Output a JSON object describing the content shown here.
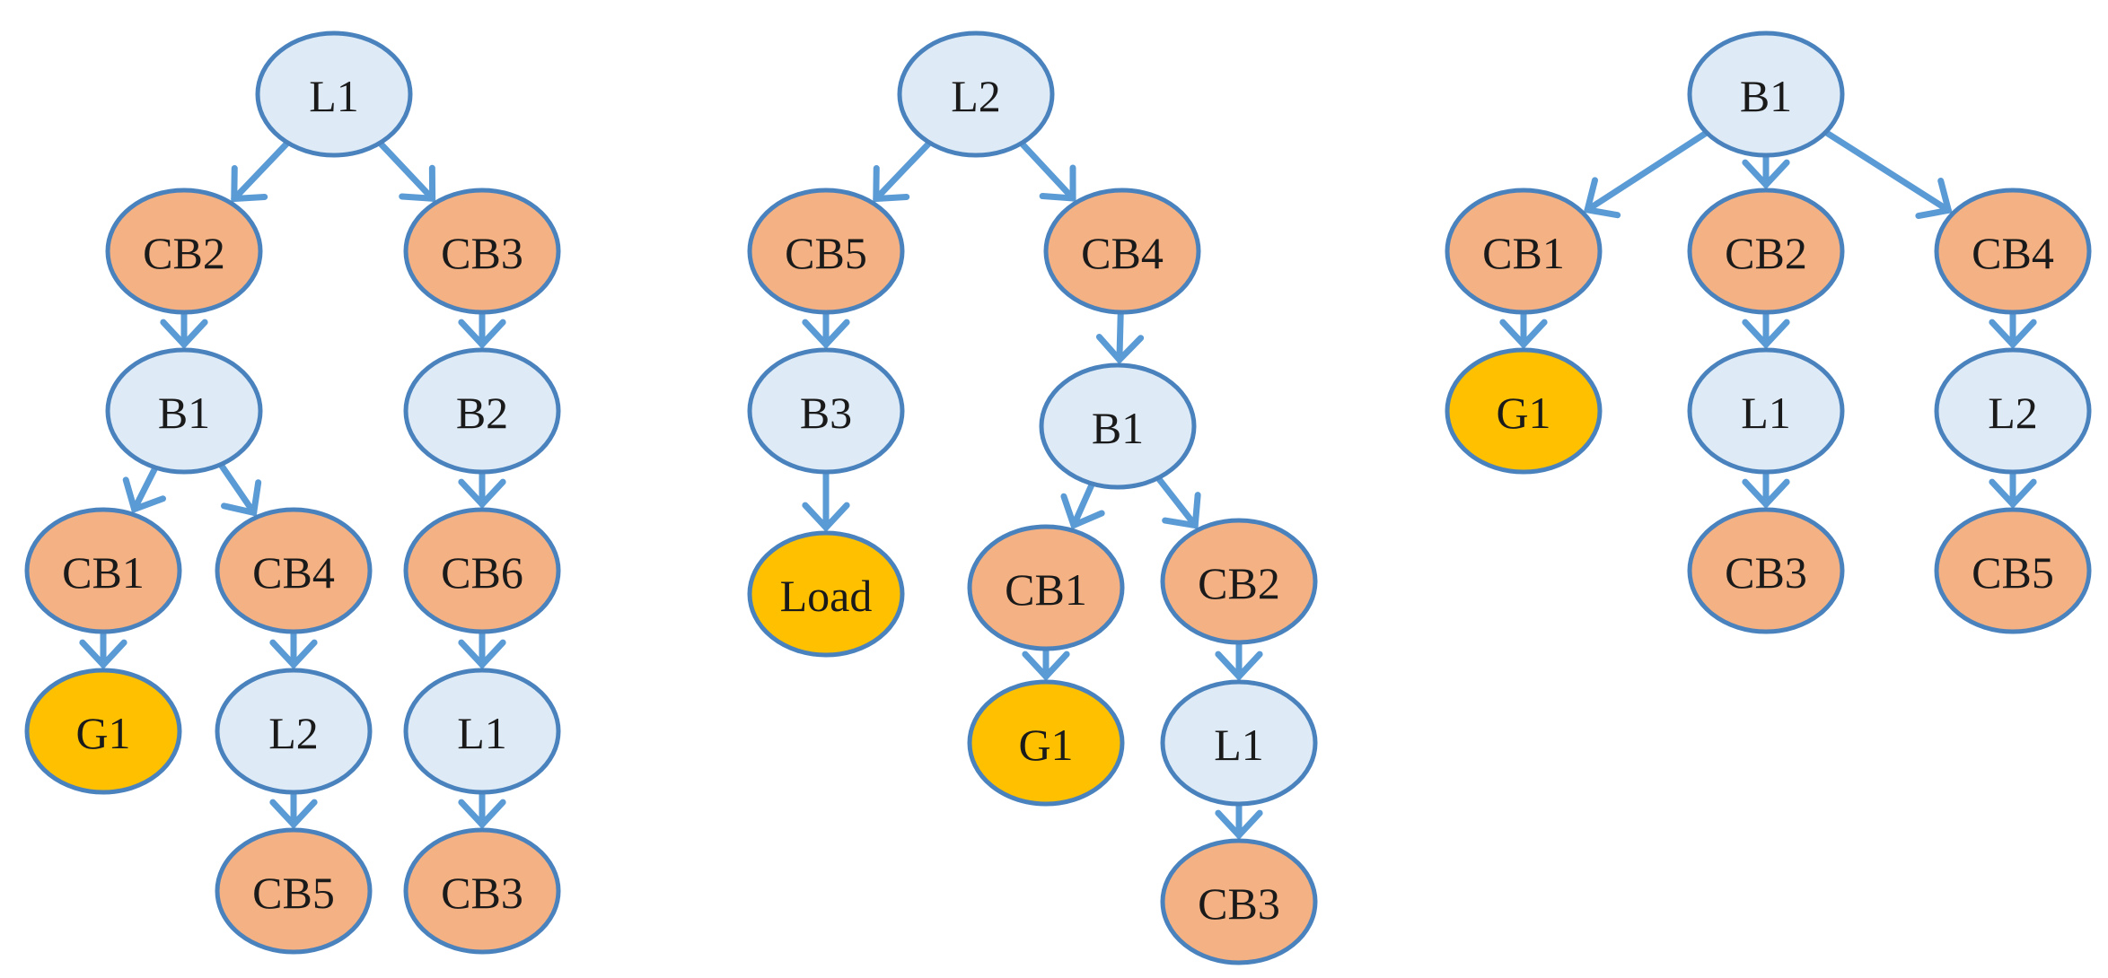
{
  "colors": {
    "line": "#5b9bd5",
    "outline": "#4a82bd",
    "line_node": "#deebf7",
    "breaker_node": "#f4b183",
    "source_node": "#ffc000"
  },
  "trees": [
    {
      "id": "tree-1",
      "nodes": [
        {
          "id": "t1-l1",
          "label": "L1",
          "kind": "line_node"
        },
        {
          "id": "t1-cb2",
          "label": "CB2",
          "kind": "breaker_node"
        },
        {
          "id": "t1-cb3",
          "label": "CB3",
          "kind": "breaker_node"
        },
        {
          "id": "t1-b1",
          "label": "B1",
          "kind": "line_node"
        },
        {
          "id": "t1-b2",
          "label": "B2",
          "kind": "line_node"
        },
        {
          "id": "t1-cb1",
          "label": "CB1",
          "kind": "breaker_node"
        },
        {
          "id": "t1-cb4",
          "label": "CB4",
          "kind": "breaker_node"
        },
        {
          "id": "t1-cb6",
          "label": "CB6",
          "kind": "breaker_node"
        },
        {
          "id": "t1-g1",
          "label": "G1",
          "kind": "source_node"
        },
        {
          "id": "t1-l2",
          "label": "L2",
          "kind": "line_node"
        },
        {
          "id": "t1-l1b",
          "label": "L1",
          "kind": "line_node"
        },
        {
          "id": "t1-cb5",
          "label": "CB5",
          "kind": "breaker_node"
        },
        {
          "id": "t1-cb3b",
          "label": "CB3",
          "kind": "breaker_node"
        }
      ],
      "edges": [
        [
          "t1-l1",
          "t1-cb2"
        ],
        [
          "t1-l1",
          "t1-cb3"
        ],
        [
          "t1-cb2",
          "t1-b1"
        ],
        [
          "t1-cb3",
          "t1-b2"
        ],
        [
          "t1-b1",
          "t1-cb1"
        ],
        [
          "t1-b1",
          "t1-cb4"
        ],
        [
          "t1-b2",
          "t1-cb6"
        ],
        [
          "t1-cb1",
          "t1-g1"
        ],
        [
          "t1-cb4",
          "t1-l2"
        ],
        [
          "t1-cb6",
          "t1-l1b"
        ],
        [
          "t1-l2",
          "t1-cb5"
        ],
        [
          "t1-l1b",
          "t1-cb3b"
        ]
      ]
    },
    {
      "id": "tree-2",
      "nodes": [
        {
          "id": "t2-l2",
          "label": "L2",
          "kind": "line_node"
        },
        {
          "id": "t2-cb5",
          "label": "CB5",
          "kind": "breaker_node"
        },
        {
          "id": "t2-cb4",
          "label": "CB4",
          "kind": "breaker_node"
        },
        {
          "id": "t2-b3",
          "label": "B3",
          "kind": "line_node"
        },
        {
          "id": "t2-b1",
          "label": "B1",
          "kind": "line_node"
        },
        {
          "id": "t2-load",
          "label": "Load",
          "kind": "source_node"
        },
        {
          "id": "t2-cb1",
          "label": "CB1",
          "kind": "breaker_node"
        },
        {
          "id": "t2-cb2",
          "label": "CB2",
          "kind": "breaker_node"
        },
        {
          "id": "t2-g1",
          "label": "G1",
          "kind": "source_node"
        },
        {
          "id": "t2-l1",
          "label": "L1",
          "kind": "line_node"
        },
        {
          "id": "t2-cb3",
          "label": "CB3",
          "kind": "breaker_node"
        }
      ],
      "edges": [
        [
          "t2-l2",
          "t2-cb5"
        ],
        [
          "t2-l2",
          "t2-cb4"
        ],
        [
          "t2-cb5",
          "t2-b3"
        ],
        [
          "t2-cb4",
          "t2-b1"
        ],
        [
          "t2-b3",
          "t2-load"
        ],
        [
          "t2-b1",
          "t2-cb1"
        ],
        [
          "t2-b1",
          "t2-cb2"
        ],
        [
          "t2-cb1",
          "t2-g1"
        ],
        [
          "t2-cb2",
          "t2-l1"
        ],
        [
          "t2-l1",
          "t2-cb3"
        ]
      ]
    },
    {
      "id": "tree-3",
      "nodes": [
        {
          "id": "t3-b1",
          "label": "B1",
          "kind": "line_node"
        },
        {
          "id": "t3-cb1",
          "label": "CB1",
          "kind": "breaker_node"
        },
        {
          "id": "t3-cb2",
          "label": "CB2",
          "kind": "breaker_node"
        },
        {
          "id": "t3-cb4",
          "label": "CB4",
          "kind": "breaker_node"
        },
        {
          "id": "t3-g1",
          "label": "G1",
          "kind": "source_node"
        },
        {
          "id": "t3-l1",
          "label": "L1",
          "kind": "line_node"
        },
        {
          "id": "t3-l2",
          "label": "L2",
          "kind": "line_node"
        },
        {
          "id": "t3-cb3",
          "label": "CB3",
          "kind": "breaker_node"
        },
        {
          "id": "t3-cb5",
          "label": "CB5",
          "kind": "breaker_node"
        }
      ],
      "edges": [
        [
          "t3-b1",
          "t3-cb1"
        ],
        [
          "t3-b1",
          "t3-cb2"
        ],
        [
          "t3-b1",
          "t3-cb4"
        ],
        [
          "t3-cb1",
          "t3-g1"
        ],
        [
          "t3-cb2",
          "t3-l1"
        ],
        [
          "t3-cb4",
          "t3-l2"
        ],
        [
          "t3-l1",
          "t3-cb3"
        ],
        [
          "t3-l2",
          "t3-cb5"
        ]
      ]
    }
  ]
}
